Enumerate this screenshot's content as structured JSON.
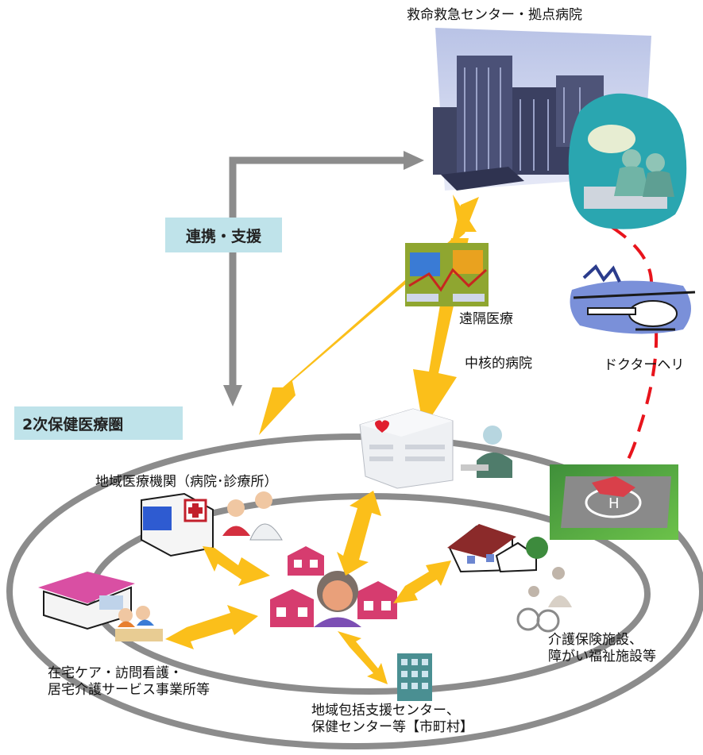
{
  "labels": {
    "hospital_title": "救命救急センター・拠点病院",
    "renkei": "連携・支援",
    "enkaku": "遠隔医療",
    "chukaku": "中核的病院",
    "doctor_heli": "ドクターヘリ",
    "area": "2次保健医療圏",
    "chiiki_iryo": "地域医療機関（病院･診療所）",
    "kaigo": "介護保険施設、\n障がい福祉施設等",
    "zaitaku": "在宅ケア・訪問看護・\n居宅介護サービス事業所等",
    "houkatsu": "地域包括支援センター、\n保健センター等【市町村】"
  },
  "colors": {
    "arrow_gray": "#8c8c8c",
    "arrow_yellow": "#fbbf1a",
    "ellipse": "#8c8c8c",
    "heli_dash": "#e8141c",
    "box_fill": "#bfe3ea",
    "area_box_fill": "#bfe3ea"
  },
  "icons": [
    "hospital-building-icon",
    "surgery-team-icon",
    "telemedicine-icon",
    "helicopter-icon",
    "heliport-icon",
    "core-hospital-icon",
    "doctor-icon",
    "clinic-icon",
    "doctor-patient-icon",
    "community-houses-icon",
    "elderly-woman-icon",
    "care-facility-house-icon",
    "wheelchair-icon",
    "home-care-house-icon",
    "family-meal-icon",
    "office-building-icon"
  ]
}
